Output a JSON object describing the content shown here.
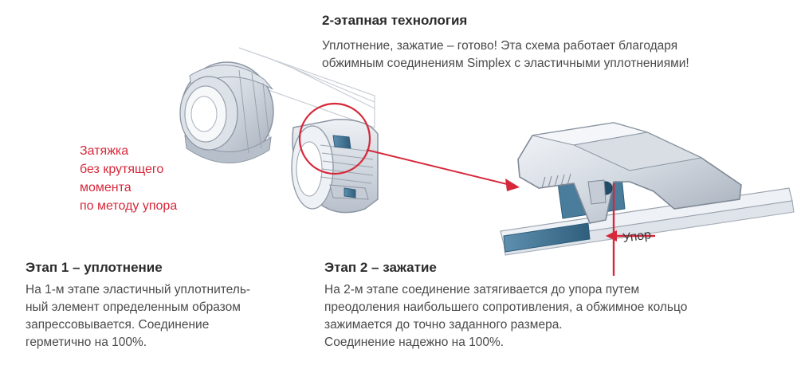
{
  "header": {
    "title": "2-этапная технология",
    "text_lines": [
      "Уплотнение, зажатие – готово! Эта схема работает благодаря",
      "обжимным соединениям Simplex с эластичными уплотнениями!"
    ]
  },
  "callout": {
    "text_lines": [
      "Затяжка",
      "без крутящего",
      "момента",
      "по методу упора"
    ]
  },
  "stage1": {
    "title": "Этап 1 – уплотнение",
    "text_lines": [
      "На 1-м этапе эластичный уплотнитель-",
      "ный элемент определенным образом",
      "запрессовывается. Соединение",
      "герметично на 100%."
    ]
  },
  "stage2": {
    "title": "Этап 2 – зажатие",
    "text_lines": [
      "На 2-м этапе соединение затягивается до упора путем",
      "преодоления наибольшего сопротивления, а обжимное кольцо",
      "зажимается до точно заданного размера.",
      "Соединение надежно на 100%."
    ]
  },
  "diagram": {
    "stop_label": "Упор",
    "colors": {
      "accent_red": "#d6283a",
      "metal_light": "#e9edf2",
      "metal_mid": "#c5ccd6",
      "metal_dark": "#8c96a3",
      "seal_blue": "#3b6f8f"
    }
  }
}
